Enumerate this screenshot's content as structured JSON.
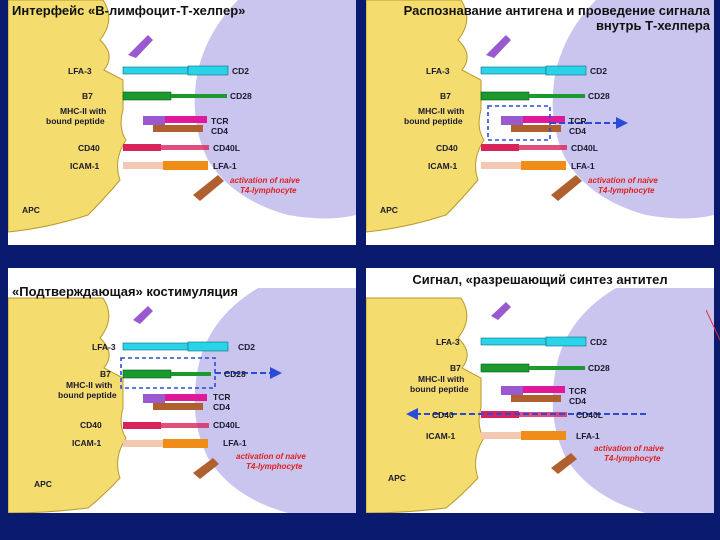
{
  "colors": {
    "background": "#0a1a6e",
    "apc": "#f4dc6e",
    "tcell": "#c9c5ee",
    "lfa3": "#29d3e8",
    "b7": "#1a9a2e",
    "mhc": "#9b59d0",
    "tcr": "#e0189a",
    "cd4": "#b0602e",
    "cd40": "#d8245a",
    "icam": "#f2c8b0",
    "lfa1": "#f08c18",
    "arrow": "#2a4bd8",
    "activation": "#e02020"
  },
  "labels": {
    "lfa3": "LFA-3",
    "cd2": "CD2",
    "b7": "B7",
    "cd28": "CD28",
    "mhc_line1": "MHC-II with",
    "mhc_line2": "bound peptide",
    "tcr": "TCR",
    "cd4": "CD4",
    "cd40": "CD40",
    "cd40l": "CD40L",
    "icam1": "ICAM-1",
    "lfa1": "LFA-1",
    "activation_line1": "activation of naive",
    "activation_line2": "T4-lymphocyte",
    "apc": "APC"
  },
  "panels": [
    {
      "title": "Интерфейс «В-лимфоцит-Т-хелпер»",
      "highlight": "none"
    },
    {
      "title": "Распознавание антигена и проведение сигнала внутрь Т-хелпера",
      "highlight": "tcr"
    },
    {
      "title": "«Подтверждающая» костимуляция",
      "highlight": "b7"
    },
    {
      "title": "Сигнал, «разрешающий синтез антител",
      "highlight": "cd40"
    }
  ]
}
